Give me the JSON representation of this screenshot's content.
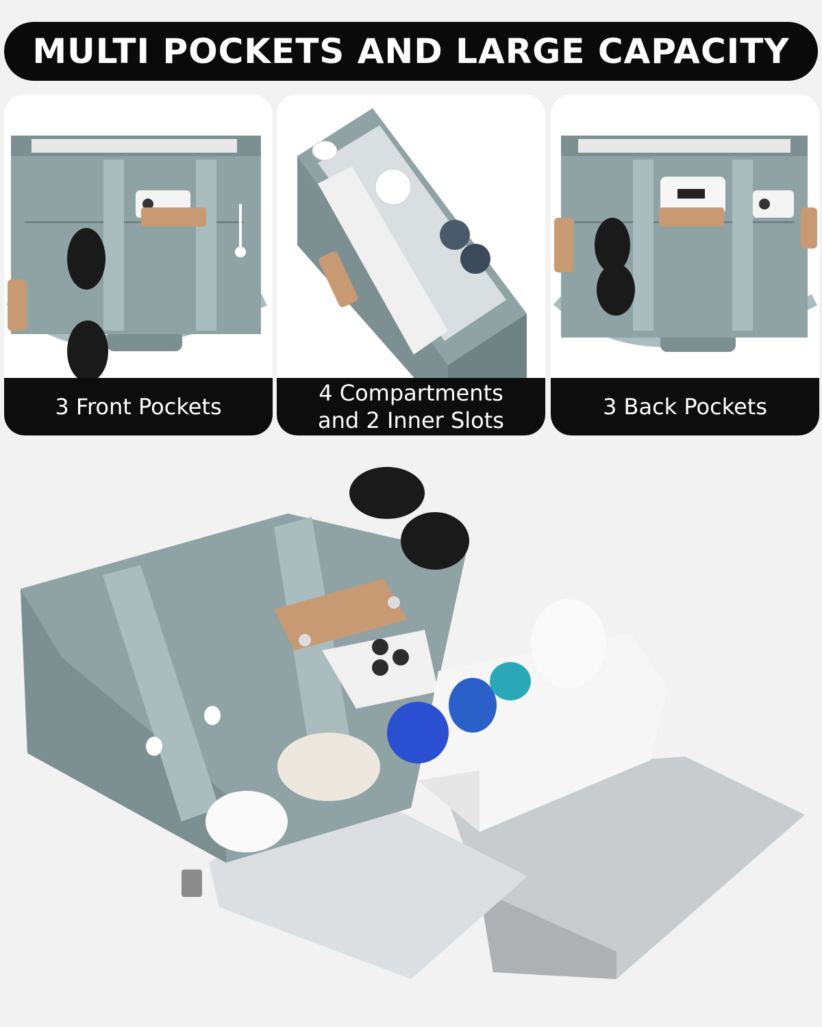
{
  "banner": {
    "title": "MULTI POCKETS AND LARGE CAPACITY"
  },
  "panels": [
    {
      "caption_lines": [
        "3 Front Pockets"
      ]
    },
    {
      "caption_lines": [
        "4 Compartments",
        "and 2 Inner Slots"
      ]
    },
    {
      "caption_lines": [
        "3 Back Pockets"
      ]
    }
  ],
  "colors": {
    "bag": "#8fa3a4",
    "bag_dark": "#6f8384",
    "strap": "#a9bcbe",
    "leather": "#c79a73",
    "caption_bg": "#0d0d0d",
    "page_bg": "#f2f2f2"
  },
  "icons": {
    "bag_front": "tote-bag-front-pockets-photo",
    "bag_inside": "tote-bag-compartments-photo",
    "bag_back": "tote-bag-back-pockets-photo",
    "bag_lifestyle": "tote-bag-packed-with-laptop-photo"
  }
}
